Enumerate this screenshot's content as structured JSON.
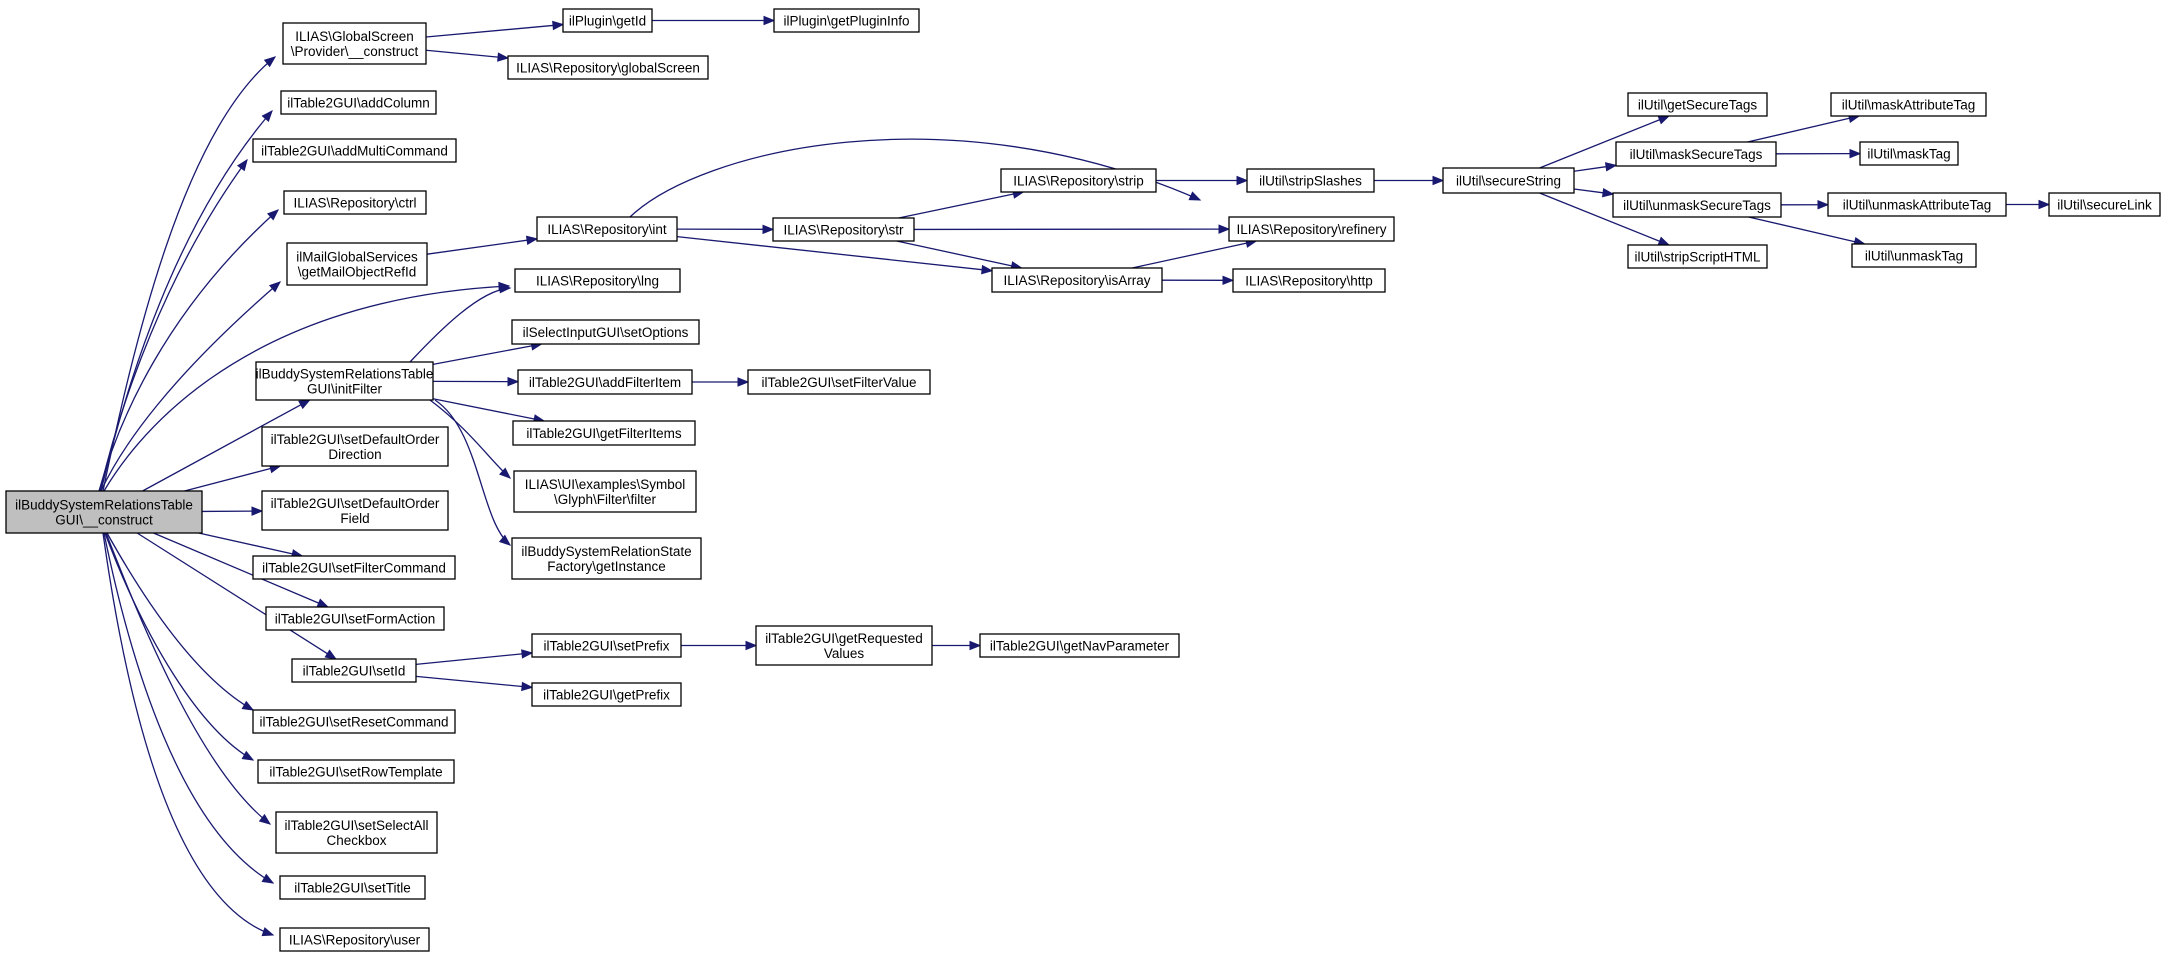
{
  "diagram": {
    "type": "call-graph",
    "nodes": [
      {
        "id": "root",
        "lines": [
          "ilBuddySystemRelationsTable",
          "GUI\\__construct"
        ],
        "highlighted": true
      },
      {
        "id": "gs_construct",
        "lines": [
          "ILIAS\\GlobalScreen",
          "\\Provider\\__construct"
        ]
      },
      {
        "id": "plugin_getid",
        "lines": [
          "ilPlugin\\getId"
        ]
      },
      {
        "id": "plugin_getinfo",
        "lines": [
          "ilPlugin\\getPluginInfo"
        ]
      },
      {
        "id": "repo_globalscreen",
        "lines": [
          "ILIAS\\Repository\\globalScreen"
        ]
      },
      {
        "id": "addcolumn",
        "lines": [
          "ilTable2GUI\\addColumn"
        ]
      },
      {
        "id": "addmulticommand",
        "lines": [
          "ilTable2GUI\\addMultiCommand"
        ]
      },
      {
        "id": "repo_ctrl",
        "lines": [
          "ILIAS\\Repository\\ctrl"
        ]
      },
      {
        "id": "mail_getobj",
        "lines": [
          "ilMailGlobalServices",
          "\\getMailObjectRefId"
        ]
      },
      {
        "id": "repo_int",
        "lines": [
          "ILIAS\\Repository\\int"
        ]
      },
      {
        "id": "repo_str",
        "lines": [
          "ILIAS\\Repository\\str"
        ]
      },
      {
        "id": "repo_strip",
        "lines": [
          "ILIAS\\Repository\\strip"
        ]
      },
      {
        "id": "util_stripslashes",
        "lines": [
          "ilUtil\\stripSlashes"
        ]
      },
      {
        "id": "util_securestring",
        "lines": [
          "ilUtil\\secureString"
        ]
      },
      {
        "id": "util_getsecuretags",
        "lines": [
          "ilUtil\\getSecureTags"
        ]
      },
      {
        "id": "util_masksecuretags",
        "lines": [
          "ilUtil\\maskSecureTags"
        ]
      },
      {
        "id": "util_unmasksecuretags",
        "lines": [
          "ilUtil\\unmaskSecureTags"
        ]
      },
      {
        "id": "util_stripscripthtml",
        "lines": [
          "ilUtil\\stripScriptHTML"
        ]
      },
      {
        "id": "util_maskattributetag",
        "lines": [
          "ilUtil\\maskAttributeTag"
        ]
      },
      {
        "id": "util_masktag",
        "lines": [
          "ilUtil\\maskTag"
        ]
      },
      {
        "id": "util_unmaskattributetag",
        "lines": [
          "ilUtil\\unmaskAttributeTag"
        ]
      },
      {
        "id": "util_securelink",
        "lines": [
          "ilUtil\\secureLink"
        ]
      },
      {
        "id": "util_unmasktag",
        "lines": [
          "ilUtil\\unmaskTag"
        ]
      },
      {
        "id": "repo_refinery",
        "lines": [
          "ILIAS\\Repository\\refinery"
        ]
      },
      {
        "id": "repo_isarray",
        "lines": [
          "ILIAS\\Repository\\isArray"
        ]
      },
      {
        "id": "repo_http",
        "lines": [
          "ILIAS\\Repository\\http"
        ]
      },
      {
        "id": "repo_lng",
        "lines": [
          "ILIAS\\Repository\\lng"
        ]
      },
      {
        "id": "initfilter",
        "lines": [
          "ilBuddySystemRelationsTable",
          "GUI\\initFilter"
        ]
      },
      {
        "id": "select_setoptions",
        "lines": [
          "ilSelectInputGUI\\setOptions"
        ]
      },
      {
        "id": "addfilteritem",
        "lines": [
          "ilTable2GUI\\addFilterItem"
        ]
      },
      {
        "id": "setfiltervalue",
        "lines": [
          "ilTable2GUI\\setFilterValue"
        ]
      },
      {
        "id": "getfilteritems",
        "lines": [
          "ilTable2GUI\\getFilterItems"
        ]
      },
      {
        "id": "ui_filter",
        "lines": [
          "ILIAS\\UI\\examples\\Symbol",
          "\\Glyph\\Filter\\filter"
        ]
      },
      {
        "id": "statefactory",
        "lines": [
          "ilBuddySystemRelationState",
          "Factory\\getInstance"
        ]
      },
      {
        "id": "setdefaultorderdirection",
        "lines": [
          "ilTable2GUI\\setDefaultOrder",
          "Direction"
        ]
      },
      {
        "id": "setdefaultorderfield",
        "lines": [
          "ilTable2GUI\\setDefaultOrder",
          "Field"
        ]
      },
      {
        "id": "setfiltercommand",
        "lines": [
          "ilTable2GUI\\setFilterCommand"
        ]
      },
      {
        "id": "setformaction",
        "lines": [
          "ilTable2GUI\\setFormAction"
        ]
      },
      {
        "id": "setid",
        "lines": [
          "ilTable2GUI\\setId"
        ]
      },
      {
        "id": "setprefix",
        "lines": [
          "ilTable2GUI\\setPrefix"
        ]
      },
      {
        "id": "getrequestedvalues",
        "lines": [
          "ilTable2GUI\\getRequested",
          "Values"
        ]
      },
      {
        "id": "getnavparameter",
        "lines": [
          "ilTable2GUI\\getNavParameter"
        ]
      },
      {
        "id": "getprefix",
        "lines": [
          "ilTable2GUI\\getPrefix"
        ]
      },
      {
        "id": "setresetcommand",
        "lines": [
          "ilTable2GUI\\setResetCommand"
        ]
      },
      {
        "id": "setrowtemplate",
        "lines": [
          "ilTable2GUI\\setRowTemplate"
        ]
      },
      {
        "id": "setselectall",
        "lines": [
          "ilTable2GUI\\setSelectAll",
          "Checkbox"
        ]
      },
      {
        "id": "settitle",
        "lines": [
          "ilTable2GUI\\setTitle"
        ]
      },
      {
        "id": "repo_user",
        "lines": [
          "ILIAS\\Repository\\user"
        ]
      }
    ],
    "edges": [
      [
        "root",
        "gs_construct"
      ],
      [
        "root",
        "addcolumn"
      ],
      [
        "root",
        "addmulticommand"
      ],
      [
        "root",
        "repo_ctrl"
      ],
      [
        "root",
        "mail_getobj"
      ],
      [
        "root",
        "repo_lng"
      ],
      [
        "root",
        "initfilter"
      ],
      [
        "root",
        "setdefaultorderdirection"
      ],
      [
        "root",
        "setdefaultorderfield"
      ],
      [
        "root",
        "setfiltercommand"
      ],
      [
        "root",
        "setformaction"
      ],
      [
        "root",
        "setid"
      ],
      [
        "root",
        "setresetcommand"
      ],
      [
        "root",
        "setrowtemplate"
      ],
      [
        "root",
        "setselectall"
      ],
      [
        "root",
        "settitle"
      ],
      [
        "root",
        "repo_user"
      ],
      [
        "gs_construct",
        "plugin_getid"
      ],
      [
        "gs_construct",
        "repo_globalscreen"
      ],
      [
        "plugin_getid",
        "plugin_getinfo"
      ],
      [
        "mail_getobj",
        "repo_int"
      ],
      [
        "repo_int",
        "repo_refinery"
      ],
      [
        "repo_int",
        "repo_str"
      ],
      [
        "repo_int",
        "repo_isarray"
      ],
      [
        "repo_str",
        "repo_strip"
      ],
      [
        "repo_str",
        "repo_refinery"
      ],
      [
        "repo_str",
        "repo_isarray"
      ],
      [
        "repo_strip",
        "util_stripslashes"
      ],
      [
        "util_stripslashes",
        "util_securestring"
      ],
      [
        "util_securestring",
        "util_getsecuretags"
      ],
      [
        "util_securestring",
        "util_masksecuretags"
      ],
      [
        "util_securestring",
        "util_unmasksecuretags"
      ],
      [
        "util_securestring",
        "util_stripscripthtml"
      ],
      [
        "util_masksecuretags",
        "util_maskattributetag"
      ],
      [
        "util_masksecuretags",
        "util_masktag"
      ],
      [
        "util_unmasksecuretags",
        "util_unmaskattributetag"
      ],
      [
        "util_unmasksecuretags",
        "util_unmasktag"
      ],
      [
        "util_unmaskattributetag",
        "util_securelink"
      ],
      [
        "repo_isarray",
        "repo_refinery"
      ],
      [
        "repo_isarray",
        "repo_http"
      ],
      [
        "initfilter",
        "repo_lng"
      ],
      [
        "initfilter",
        "select_setoptions"
      ],
      [
        "initfilter",
        "addfilteritem"
      ],
      [
        "initfilter",
        "getfilteritems"
      ],
      [
        "initfilter",
        "ui_filter"
      ],
      [
        "initfilter",
        "statefactory"
      ],
      [
        "addfilteritem",
        "setfiltervalue"
      ],
      [
        "setid",
        "setprefix"
      ],
      [
        "setid",
        "getprefix"
      ],
      [
        "setprefix",
        "getrequestedvalues"
      ],
      [
        "getrequestedvalues",
        "getnavparameter"
      ]
    ],
    "colors": {
      "edge": "#191970",
      "node_border": "#000000",
      "node_fill": "#ffffff",
      "highlight_fill": "#bfbfbf"
    }
  }
}
